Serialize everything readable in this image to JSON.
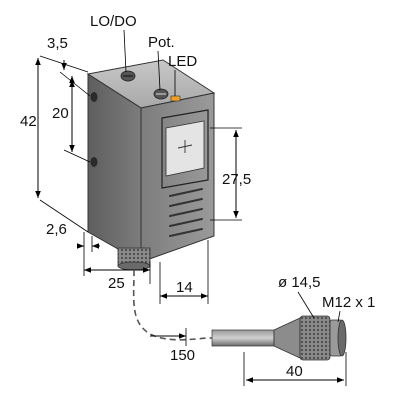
{
  "labels": {
    "lo_do": "LO/DO",
    "pot": "Pot.",
    "led": "LED",
    "dim_3_5": "3,5",
    "dim_20": "20",
    "dim_42": "42",
    "dim_27_5": "27,5",
    "dim_2_6": "2,6",
    "dim_25": "25",
    "dim_14": "14",
    "dia_14_5": "ø 14,5",
    "thread": "M12 x 1",
    "dim_150": "150",
    "dim_40": "40"
  },
  "colors": {
    "body_front": "#6f6f6f",
    "body_side": "#8a8a8a",
    "body_top": "#b9b9b9",
    "window": "#e4e4e4",
    "led": "#f0a020",
    "connector": "#7a7a7a",
    "line": "#000000"
  }
}
